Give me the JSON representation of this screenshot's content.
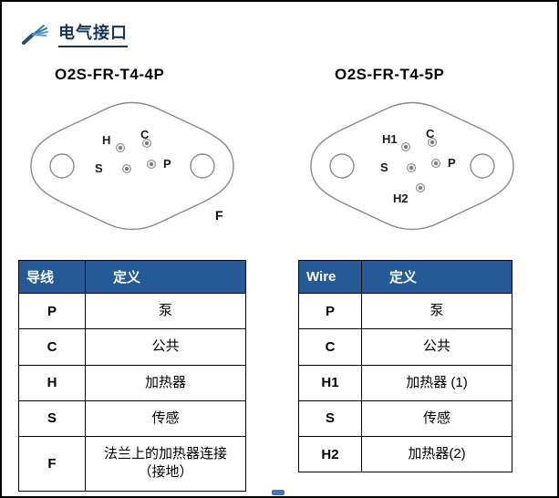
{
  "page": {
    "section_title": "电气接口"
  },
  "left": {
    "model": "O2S-FR-T4-4P",
    "flange_label": "F",
    "pins": {
      "top_left": "H",
      "top_right": "C",
      "mid_left": "S",
      "mid_right": "P"
    },
    "table": {
      "headers": [
        "导线",
        "定义"
      ],
      "rows": [
        [
          "P",
          "泵"
        ],
        [
          "C",
          "公共"
        ],
        [
          "H",
          "加热器"
        ],
        [
          "S",
          "传感"
        ],
        [
          "F",
          "法兰上的加热器连接\n（接地）"
        ]
      ]
    }
  },
  "right": {
    "model": "O2S-FR-T4-5P",
    "pins": {
      "top_left": "H1",
      "top_right": "C",
      "mid_left": "S",
      "mid_right": "P",
      "bottom": "H2"
    },
    "table": {
      "headers": [
        "Wire",
        "定义"
      ],
      "rows": [
        [
          "P",
          "泵"
        ],
        [
          "C",
          "公共"
        ],
        [
          "H1",
          "加热器 (1)"
        ],
        [
          "S",
          "传感"
        ],
        [
          "H2",
          "加热器(2)"
        ]
      ]
    }
  },
  "colors": {
    "heading": "#17365D",
    "table_header_bg": "#235A97"
  }
}
